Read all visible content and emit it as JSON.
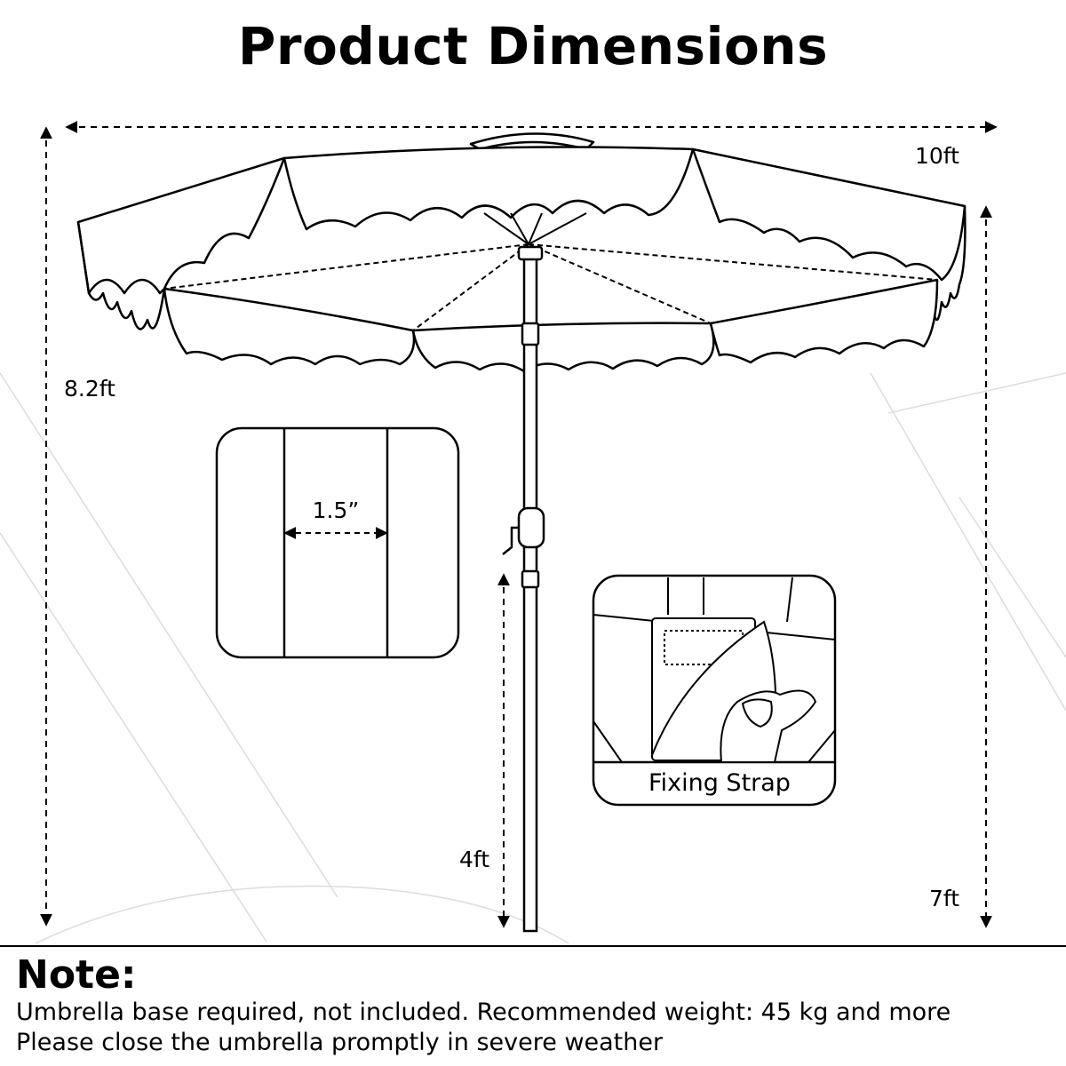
{
  "title": "Product Dimensions",
  "dimensions": {
    "width": "10ft",
    "total_height": "8.2ft",
    "clearance_height": "7ft",
    "crank_height": "4ft",
    "rib_width": "1.5”"
  },
  "callout": {
    "fixing_strap_label": "Fixing Strap"
  },
  "note": {
    "heading": "Note:",
    "lines": [
      "Umbrella base required, not included. Recommended weight: 45 kg and more",
      "Please close the umbrella promptly in severe weather"
    ]
  }
}
